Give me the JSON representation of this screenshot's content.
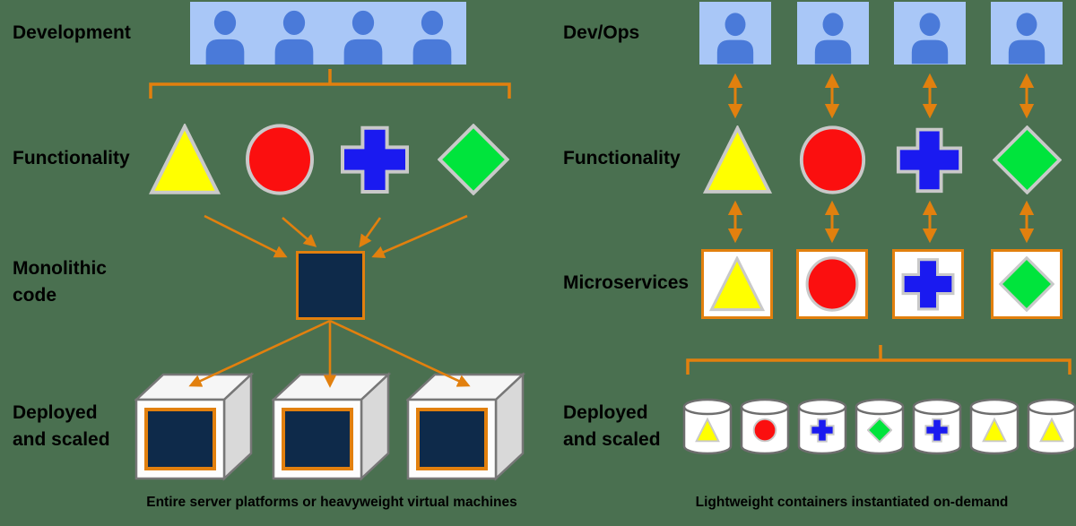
{
  "colors": {
    "background": "#4a7050",
    "accent_orange": "#e2800e",
    "monolith_navy": "#0e2a4a",
    "person_blue": "#4a7ad9",
    "person_background": "#a9c7f7",
    "shape_border_gray": "#c9c9c9",
    "cube_outline_gray": "#777777",
    "text_black": "#000000"
  },
  "left_panel": {
    "labels": {
      "development": "Development",
      "functionality": "Functionality",
      "monolithic_line1": "Monolithic",
      "monolithic_line2": "code",
      "deployed_line1": "Deployed",
      "deployed_line2": "and scaled"
    },
    "caption": "Entire server platforms or heavyweight virtual machines",
    "developer_count": 4,
    "cube_count": 3
  },
  "right_panel": {
    "labels": {
      "devops": "Dev/Ops",
      "functionality": "Functionality",
      "microservices": "Microservices",
      "deployed_line1": "Deployed",
      "deployed_line2": "and scaled"
    },
    "caption": "Lightweight containers instantiated on-demand",
    "devops_count": 4
  },
  "shapes": {
    "palette": {
      "triangle": "#ffff00",
      "circle": "#fb0f0f",
      "cross": "#1a1af0",
      "diamond": "#00e43c"
    },
    "functionality_order": [
      "triangle",
      "circle",
      "cross",
      "diamond"
    ],
    "microservices_order": [
      "triangle",
      "circle",
      "cross",
      "diamond"
    ],
    "containers_order": [
      "triangle",
      "circle",
      "cross",
      "diamond",
      "cross",
      "triangle",
      "triangle"
    ]
  }
}
